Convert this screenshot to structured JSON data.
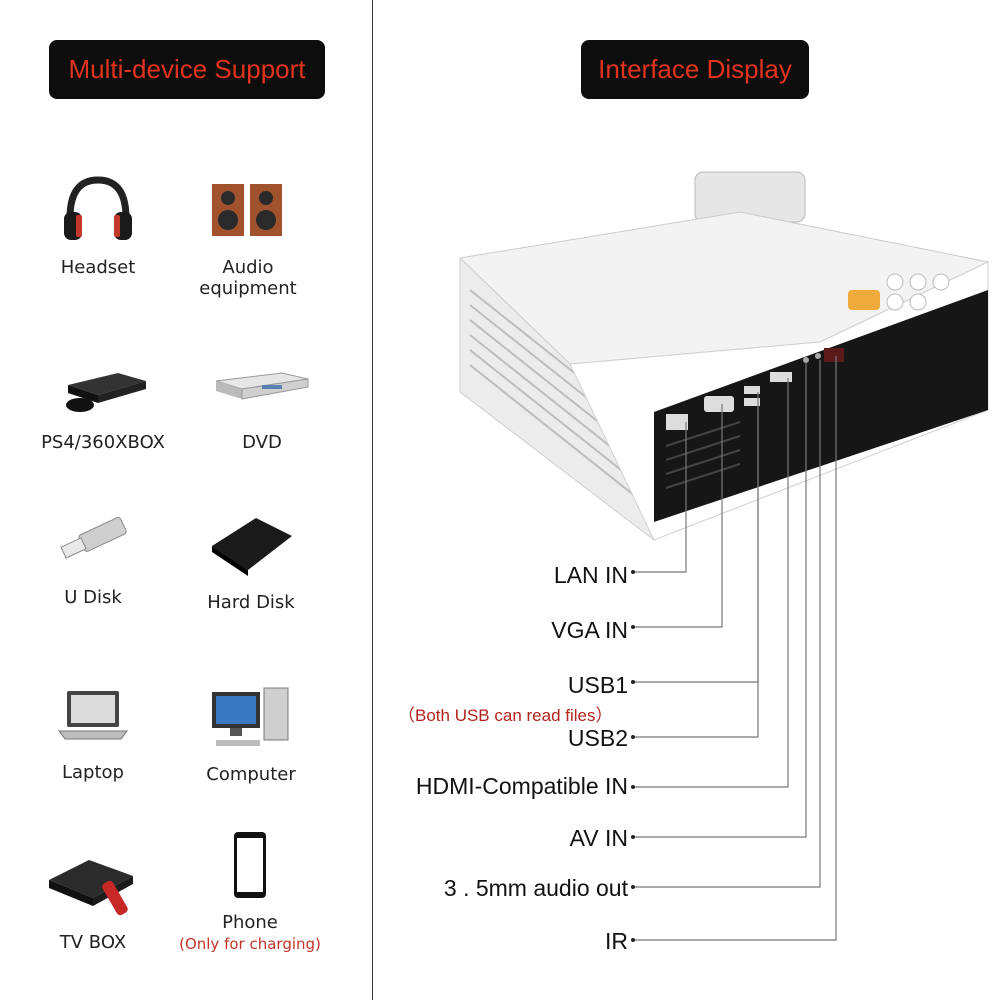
{
  "left_title": "Multi-device Support",
  "right_title": "Interface Display",
  "devices": [
    {
      "label": "Headset",
      "icon": "headset-icon"
    },
    {
      "label": "Audio equipment",
      "icon": "speakers-icon"
    },
    {
      "label": "PS4/360XBOX",
      "icon": "game-console-icon"
    },
    {
      "label": "DVD",
      "icon": "dvd-player-icon"
    },
    {
      "label": "U Disk",
      "icon": "usb-drive-icon"
    },
    {
      "label": "Hard Disk",
      "icon": "hard-disk-icon"
    },
    {
      "label": "Laptop",
      "icon": "laptop-icon"
    },
    {
      "label": "Computer",
      "icon": "computer-icon"
    },
    {
      "label": "TV BOX",
      "icon": "tv-box-icon"
    },
    {
      "label": "Phone",
      "sublabel": "(Only for charging)",
      "icon": "phone-icon"
    }
  ],
  "ports": [
    {
      "label": "LAN IN"
    },
    {
      "label": "VGA IN"
    },
    {
      "label": "USB1"
    },
    {
      "label": "USB2"
    },
    {
      "label": "HDMI-Compatible IN"
    },
    {
      "label": "AV IN"
    },
    {
      "label": "3 . 5mm audio out"
    },
    {
      "label": "IR"
    }
  ],
  "usb_note": "（Both USB can read files）",
  "colors": {
    "accent_red": "#e2331f",
    "note_red": "#b3241d",
    "pill_bg": "#0d0d0d"
  }
}
